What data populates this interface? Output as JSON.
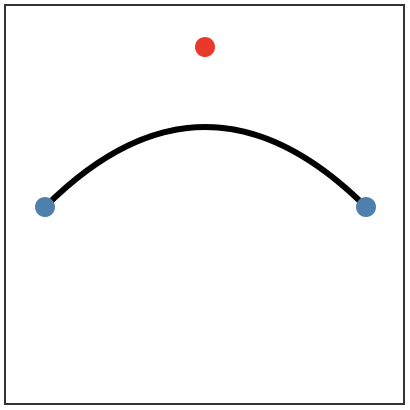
{
  "canvas": {
    "background": "#ffffff",
    "border_color": "#333333"
  },
  "curve": {
    "type": "quadratic-bezier",
    "color": "#000000"
  },
  "endpoint_handles": [
    {
      "name": "start-handle",
      "color": "#4f7fac"
    },
    {
      "name": "end-handle",
      "color": "#4f7fac"
    }
  ],
  "control_handle": {
    "name": "control-handle",
    "color": "#e8392a"
  }
}
